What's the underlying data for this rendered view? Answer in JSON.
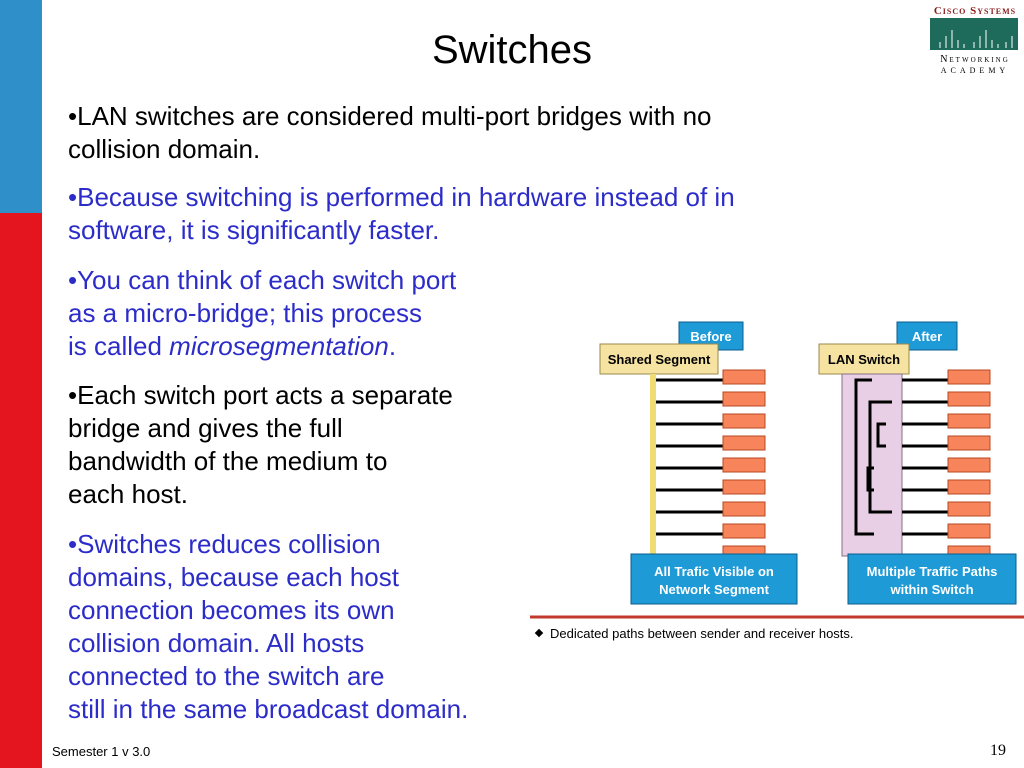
{
  "slide": {
    "title": "Switches",
    "bullets": [
      {
        "line1": "•LAN switches are considered multi-port bridges with no",
        "line2": "collision domain."
      },
      {
        "line1": "•Because switching is performed in hardware instead of in",
        "line2": "software, it is significantly faster."
      },
      {
        "line1": "•You can think of each switch port",
        "line2": "as a micro-bridge; this process",
        "line3_prefix": "is called ",
        "line3_italic": "microsegmentation",
        "line3_suffix": "."
      },
      {
        "line1": "•Each switch port acts a separate",
        "line2": "bridge and gives the full",
        "line3": "bandwidth of the medium to",
        "line4": "each host."
      },
      {
        "line1": "•Switches reduces collision",
        "line2": "domains, because each host",
        "line3": "connection becomes its own",
        "line4": "collision domain.  All hosts",
        "line5": "connected to the switch are",
        "line6": "still in the same broadcast domain."
      }
    ]
  },
  "logo": {
    "line1": "Cisco Systems",
    "line2": "Networking",
    "line3": "Academy"
  },
  "diagram": {
    "before_tab": "Before",
    "after_tab": "After",
    "shared_label": "Shared Segment",
    "switch_label": "LAN Switch",
    "left_box_line1": "All Trafic Visible on",
    "left_box_line2": "Network Segment",
    "right_box_line1": "Multiple Traffic Paths",
    "right_box_line2": "within Switch",
    "caption": "Dedicated paths between sender and receiver hosts."
  },
  "footer": {
    "semester": "Semester 1 v 3.0",
    "page_number": "19"
  },
  "colors": {
    "band_blue": "#2f8fc9",
    "band_red": "#e4151f",
    "bullet_blue": "#2c2cc9",
    "tab_blue": "#1e9ad6",
    "box_blue": "#1e9ad6",
    "label_yellow": "#f6e3a1",
    "segment_yellow": "#f0dc74",
    "host_orange": "#f7845a",
    "switch_pink": "#e9cfe6"
  }
}
